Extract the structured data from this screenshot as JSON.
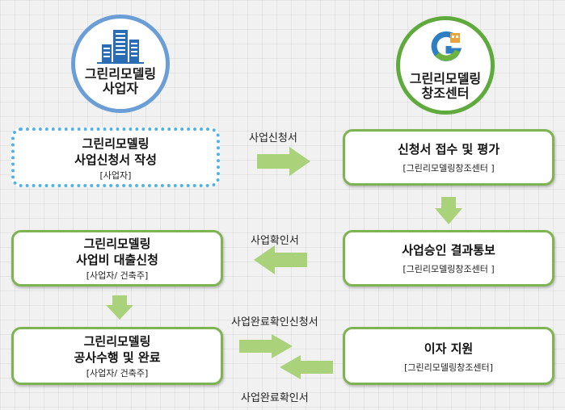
{
  "logos": {
    "applicant": {
      "line1": "그린리모델링",
      "line2": "사업자"
    },
    "center": {
      "line1": "그린리모델링",
      "line2": "창조센터"
    }
  },
  "steps": {
    "apply": {
      "title1": "그린리모델링",
      "title2": "사업신청서 작성",
      "sub": "[사업자]"
    },
    "review": {
      "title1": "신청서 접수 및 평가",
      "sub": "[그린리모델링창조센터 ]"
    },
    "approve": {
      "title1": "사업승인 결과통보",
      "sub": "[그린리모델링창조센터 ]"
    },
    "loan": {
      "title1": "그린리모델링",
      "title2": "사업비 대출신청",
      "sub": "[사업자/  건축주]"
    },
    "construct": {
      "title1": "그린리모델링",
      "title2": "공사수행 및 완료",
      "sub": "[사업자/ 건축주]"
    },
    "interest": {
      "title1": "이자 지원",
      "sub": "[그린리모델링창조센터]"
    }
  },
  "flows": {
    "application": "사업신청서",
    "confirmation": "사업확인서",
    "completion_request": "사업완료확인신청서",
    "completion_confirm": "사업완료확인서"
  },
  "colors": {
    "applicant_ring": "#6b9ed6",
    "center_ring": "#5faa3c",
    "box_border": "#7db451",
    "dotted_border": "#4fb3e8",
    "arrow_fill": "#a9d27a"
  },
  "icons": {
    "applicant": "building-icon",
    "center": "eco-g-house-icon"
  }
}
